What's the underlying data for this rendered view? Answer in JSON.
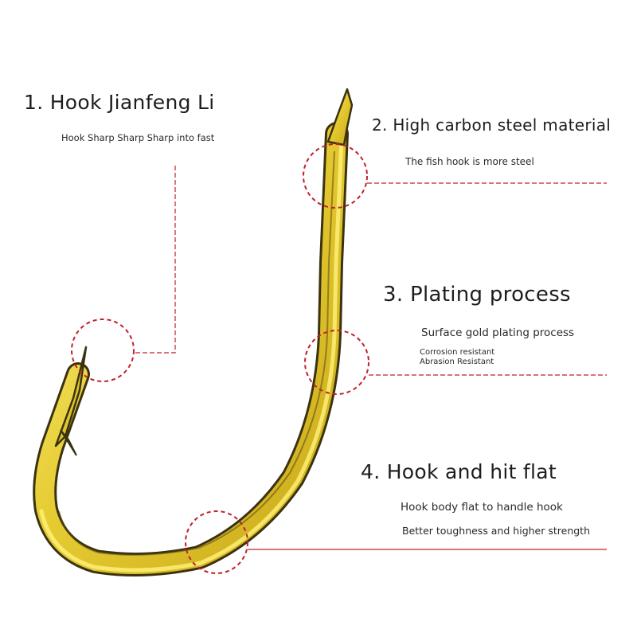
{
  "features": [
    {
      "title": "1. Hook Jianfeng Li",
      "subtitle": "Hook Sharp Sharp Sharp into fast"
    },
    {
      "title": "2. High carbon steel material",
      "subtitle": "The fish hook is more steel"
    },
    {
      "title": "3. Plating process",
      "subtitle": "Surface gold plating process",
      "notes": [
        "Corrosion resistant",
        "Abrasion Resistant"
      ]
    },
    {
      "title": "4. Hook and hit flat",
      "subtitle": "Hook body flat to handle hook",
      "subtitle2": "Better toughness and higher strength"
    }
  ],
  "colors": {
    "background": "#ffffff",
    "hook_gold": "#e8cf3a",
    "hook_highlight": "#fff27a",
    "hook_shadow": "#3b3210",
    "callout_red": "#c0202a",
    "text": "#1d1d1d"
  },
  "icons": {
    "hook": "fish-hook-icon",
    "callout": "dashed-circle-icon"
  }
}
